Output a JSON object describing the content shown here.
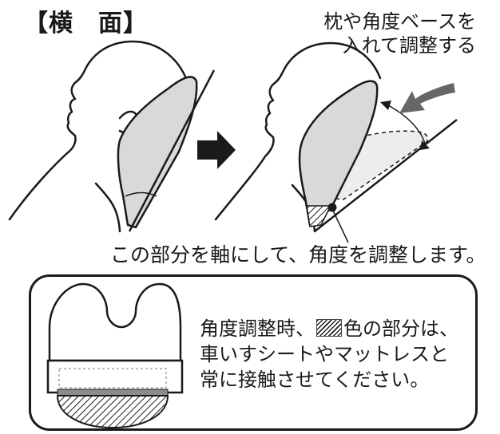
{
  "title": "【横　面】",
  "top_note": [
    "枕や角度ベースを",
    "入れて調整する"
  ],
  "caption": "この部分を軸にして、角度を調整します。",
  "box_note": {
    "line1_before": "角度調整時、",
    "line1_after": "色の部分は、",
    "line2": "車いすシートやマットレスと",
    "line3": "常に接触させてください。"
  },
  "colors": {
    "stroke": "#1a1a1a",
    "cushion_fill": "#d9d9d9",
    "band_fill": "#8c8c8c"
  },
  "icons": {
    "arrow": "right-arrow-icon",
    "curved_arrow": "curved-arrow-icon"
  }
}
